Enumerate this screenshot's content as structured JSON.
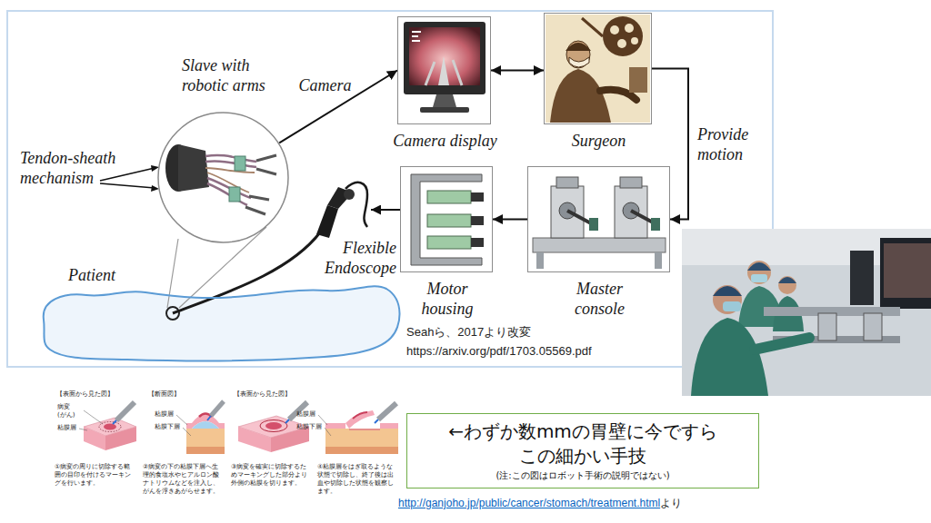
{
  "diagram": {
    "nodes": [
      {
        "text": [
          "Slave with robotic arms"
        ]
      },
      {
        "text": [
          "Camera display"
        ]
      },
      {
        "text": [
          "Surgeon"
        ]
      },
      {
        "text": [
          "Patient"
        ]
      },
      {
        "text": [
          "Flexible Endoscope"
        ]
      },
      {
        "text": [
          "Motor housing"
        ]
      },
      {
        "text": [
          "Master console"
        ]
      },
      {
        "text": [
          "←わずか数mmの胃壁に今ですら この細かい手技",
          "(注:この図はロボット手術の説明ではない)"
        ]
      }
    ],
    "edges": [
      {
        "from": 0,
        "to": 1,
        "label": "Camera",
        "arrow": "to"
      },
      {
        "from": 1,
        "to": 2,
        "arrow": "both"
      },
      {
        "from": 2,
        "to": 6,
        "label": "Provide motion",
        "arrow": "to"
      },
      {
        "from": 6,
        "to": 5,
        "arrow": "to"
      },
      {
        "from": 5,
        "to": 4,
        "arrow": "to"
      }
    ],
    "labels": [
      "Tendon-sheath mechanism",
      "Seahら、2017より改変",
      "https://arxiv.org/pdf/1703.05569.pdf",
      "【表面から見た図】",
      "病変 (がん)",
      "粘膜層",
      "【断面図】",
      "粘膜層",
      "粘膜下層",
      "【表面から見た図】",
      "粘膜層",
      "粘膜下層",
      "①病変の周りに切除する範囲の目印を付けるマーキングを行います。",
      "②病変の下の粘膜下層へ生理的食塩水やヒアルロン酸ナトリウムなどを注入し、がんを浮きあがらせます。",
      "③病変を確実に切除するためマーキングした部分より外側の粘膜を切ります。",
      "④粘膜層をはぎ取るような状態で切除し、終了後は出血や切除した状態を観察します。",
      "http://ganjoho.jp/public/cancer/stomach/treatment.html",
      "より"
    ]
  }
}
